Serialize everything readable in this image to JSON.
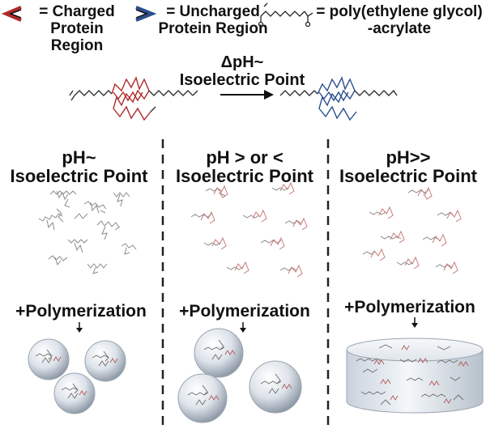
{
  "legend": {
    "charged_line1": "= Charged",
    "charged_line2": "Protein Region",
    "uncharged_line1": "= Uncharged",
    "uncharged_line2": "Protein Region",
    "peg_line1": "= poly(ethylene glycol)",
    "peg_line2": "-acrylate"
  },
  "transition": {
    "line1": "ΔpH~",
    "line2": "Isoelectric Point"
  },
  "panels": [
    {
      "title_line1": "pH~",
      "title_line2": "Isoelectric Point",
      "step": "+Polymerization",
      "outcome": "aggregated microspheres"
    },
    {
      "title_line1": "pH > or <",
      "title_line2": "Isoelectric Point",
      "step": "+Polymerization",
      "outcome": "dispersed microspheres"
    },
    {
      "title_line1": "pH>>",
      "title_line2": "Isoelectric Point",
      "step": "+Polymerization",
      "outcome": "bulk hydrogel"
    }
  ],
  "colors": {
    "charged": "#b02a2a",
    "uncharged": "#2b4f8f",
    "neutral_conjugate": "#8a8a8a",
    "charged_conjugate": "#c97a7a",
    "divider": "#222222"
  }
}
